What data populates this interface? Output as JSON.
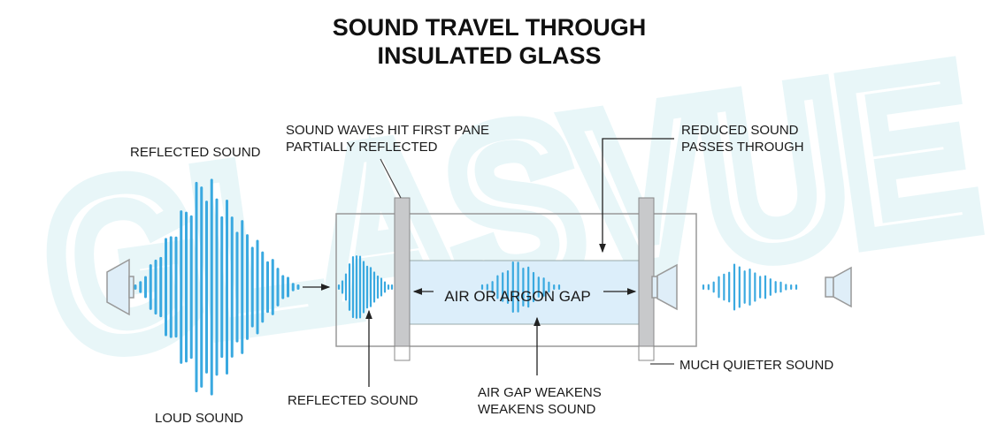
{
  "title": {
    "line1": "SOUND TRAVEL THROUGH",
    "line2": "INSULATED GLASS"
  },
  "watermark": "GLASVUE",
  "labels": {
    "reflected_sound_top": "REFLECTED SOUND",
    "loud_sound": "LOUD SOUND",
    "first_pane_line1": "SOUND WAVES HIT FIRST PANE",
    "first_pane_line2": "PARTIALLY REFLECTED",
    "reduced_line1": "REDUCED SOUND",
    "reduced_line2": "PASSES THROUGH",
    "gap": "AIR OR ARGON GAP",
    "reflected_sound_bottom": "REFLECTED SOUND",
    "weakens_line1": "AIR GAP WEAKENS",
    "weakens_line2": "WEAKENS SOUND",
    "quieter": "MUCH QUIETER SOUND"
  },
  "colors": {
    "wave": "#3aa9e0",
    "glass": "#c8c9cb",
    "gap": "#dceefa",
    "speaker": "#dfeef8",
    "line": "#888888"
  }
}
